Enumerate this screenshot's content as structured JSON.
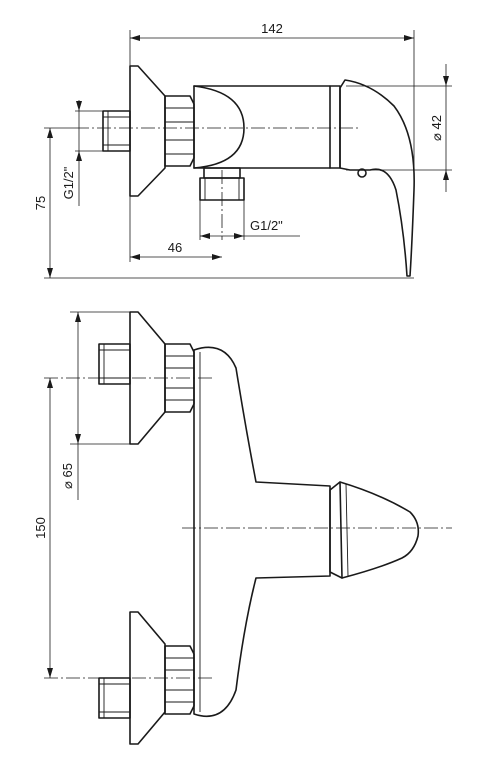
{
  "side_view": {
    "dim_width": "142",
    "dim_height": "75",
    "dim_handle_dia": "⌀ 42",
    "dim_inlet_thread": "G1/2\"",
    "dim_outlet_thread": "G1/2\"",
    "dim_offset": "46"
  },
  "front_view": {
    "dim_flange_dia": "⌀ 65",
    "dim_center_spacing": "150"
  }
}
